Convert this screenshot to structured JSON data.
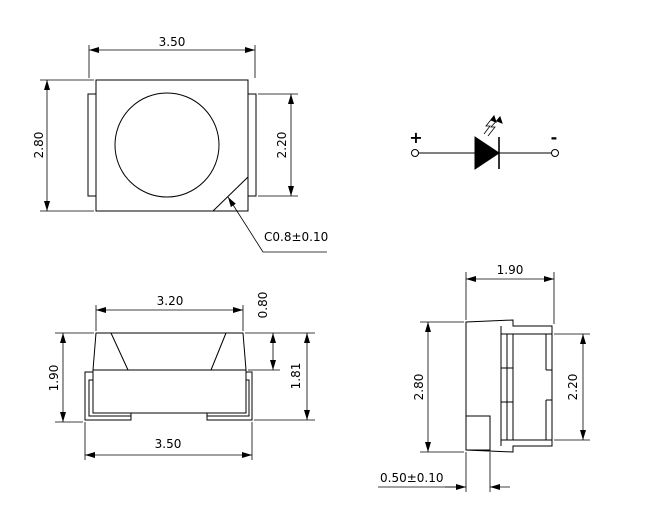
{
  "top_view": {
    "width_dim": "3.50",
    "height_dim": "2.80",
    "inner_height_dim": "2.20",
    "chamfer_callout": "C0.8±0.10"
  },
  "symbol": {
    "plus": "+",
    "minus": "-"
  },
  "front_view": {
    "top_width_dim": "3.20",
    "bottom_width_dim": "3.50",
    "height_dim": "1.90",
    "lens_height_dim": "0.80",
    "body_height_dim": "1.81"
  },
  "side_view": {
    "width_dim": "1.90",
    "height_dim": "2.80",
    "pad_height_dim": "2.20",
    "pad_width_dim": "0.50±0.10"
  }
}
